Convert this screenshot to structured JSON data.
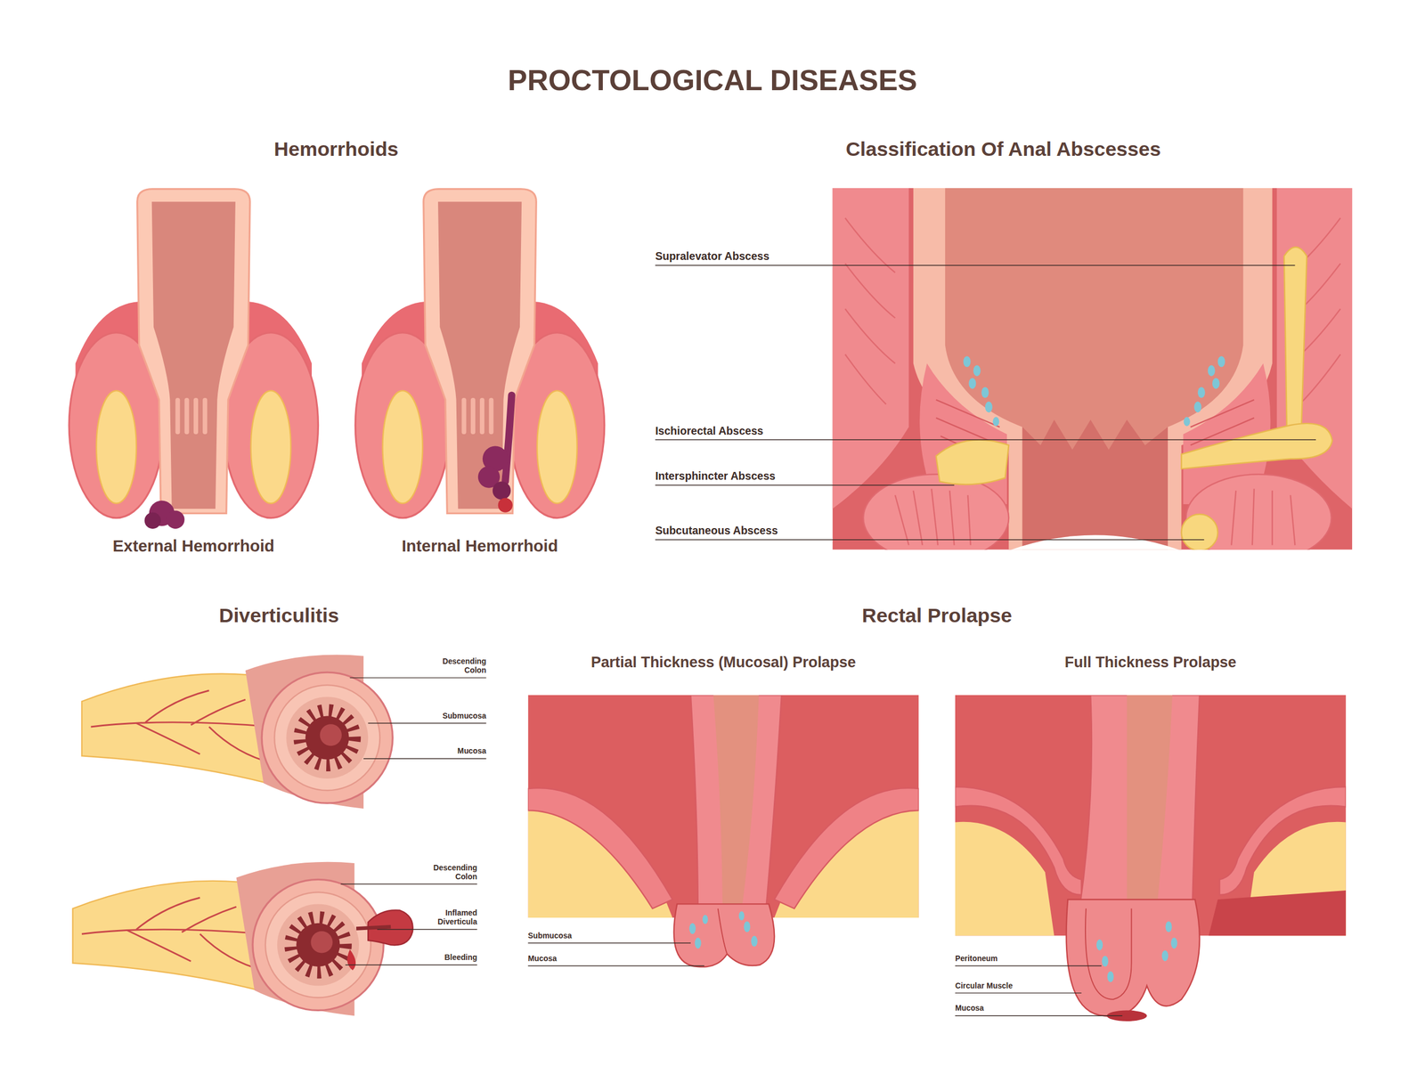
{
  "diagram": {
    "title": "PROCTOLOGICAL DISEASES",
    "labels": [
      "Hemorrhoids",
      "External Hemorrhoid",
      "Internal Hemorrhoid",
      "Classification Of Anal Abscesses",
      "Supralevator Abscess",
      "Ischiorectal Abscess",
      "Intersphincter Abscess",
      "Subcutaneous Abscess",
      "Diverticulitis",
      "Descending Colon",
      "Submucosa",
      "Mucosa",
      "Descending Colon",
      "Inflamed Diverticula",
      "Bleeding",
      "Rectal Prolapse",
      "Partial Thickness (Mucosal) Prolapse",
      "Full Thickness Prolapse",
      "Submucosa",
      "Mucosa",
      "Peritoneum",
      "Circular Muscle",
      "Mucosa"
    ]
  }
}
